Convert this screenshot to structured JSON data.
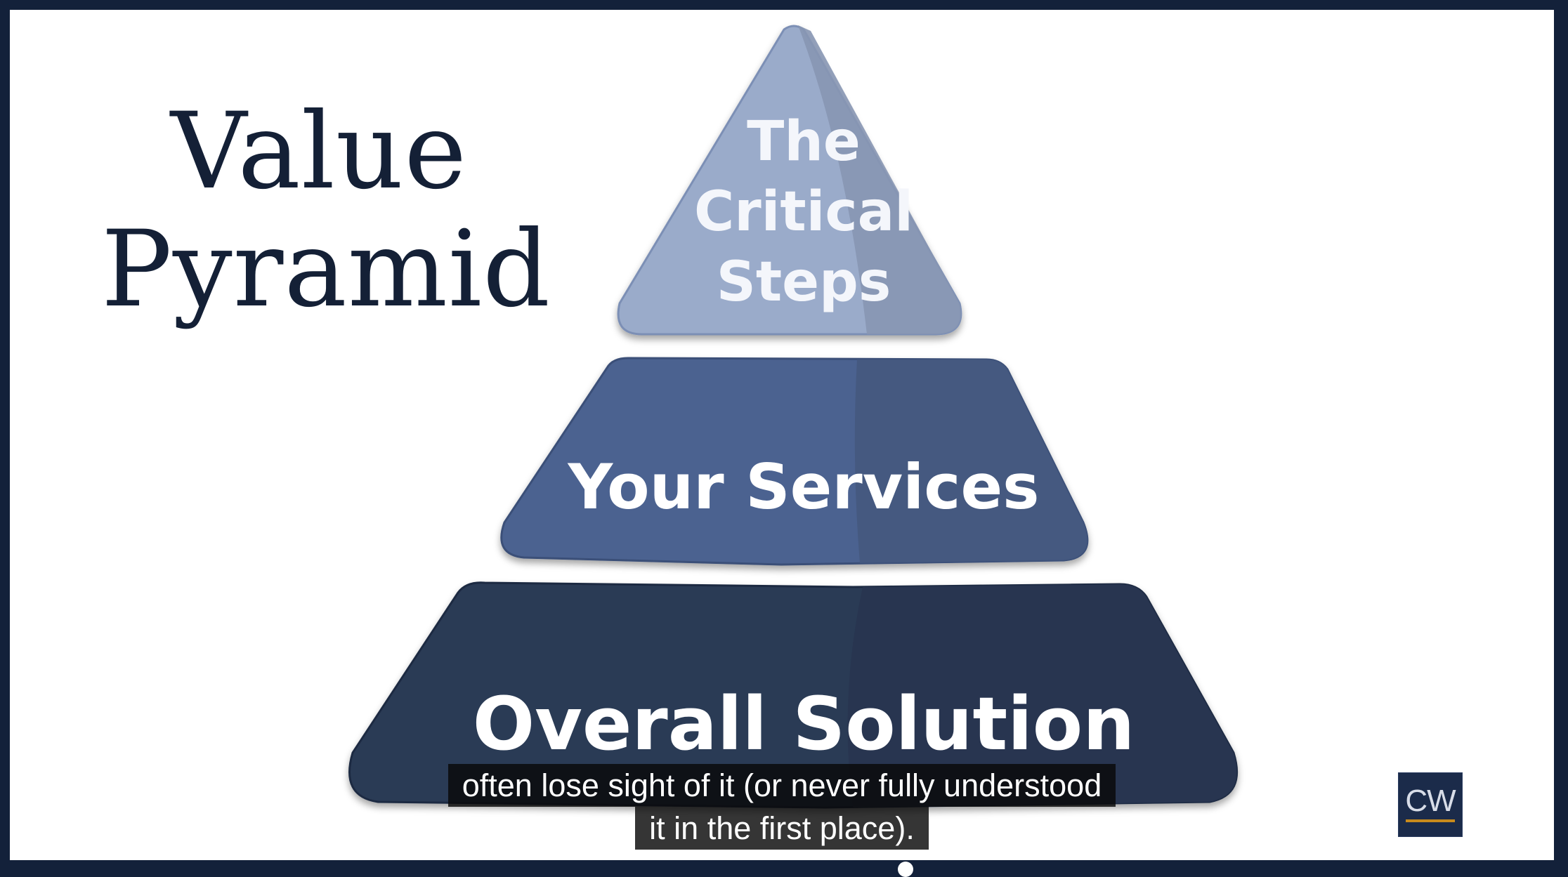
{
  "title": {
    "line1": "Value",
    "line2": "Pyramid"
  },
  "pyramid": {
    "top": {
      "line1": "The",
      "line2": "Critical",
      "line3": "Steps",
      "color": "#9aabca"
    },
    "middle": {
      "label": "Your Services",
      "color": "#4b6290"
    },
    "bottom": {
      "label": "Overall Solution",
      "color": "#2c3a55"
    }
  },
  "captions": {
    "line1": "often lose sight of it (or never fully understood",
    "line2": "it in the first place)."
  },
  "logo": {
    "text": "CW"
  },
  "colors": {
    "background": "#ffffff",
    "frame": "#13213a",
    "title": "#142036"
  }
}
